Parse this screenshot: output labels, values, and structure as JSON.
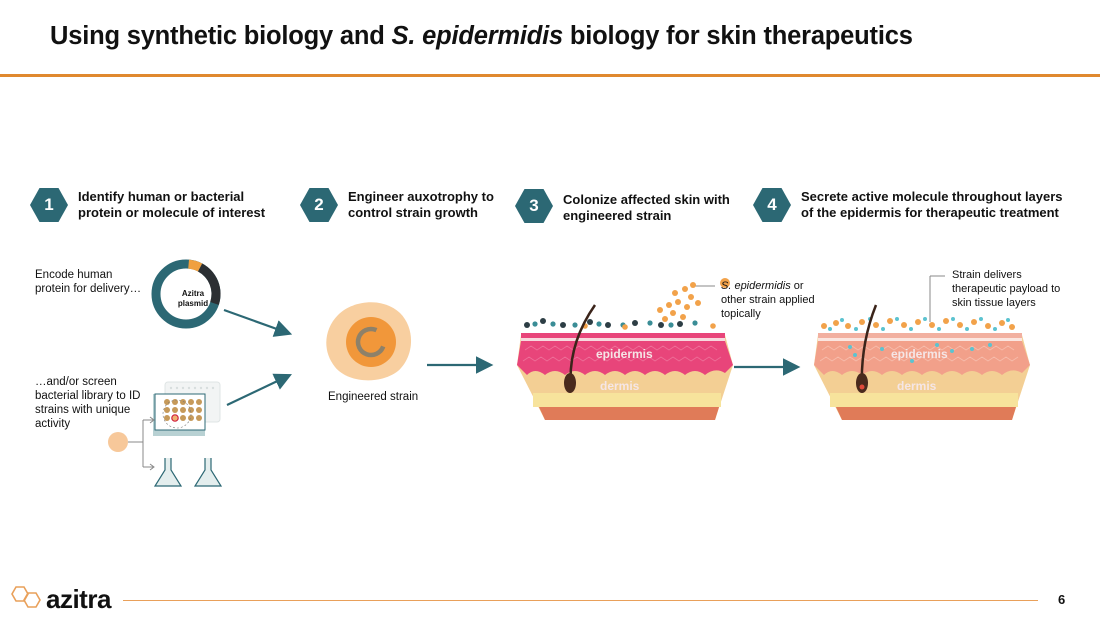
{
  "header": {
    "title_part1": "Using synthetic biology and ",
    "title_italic": "S. epidermidis",
    "title_part2": " biology for skin therapeutics"
  },
  "steps": [
    {
      "number": "1",
      "line1": "Identify human or bacterial",
      "line2": "protein or molecule of interest"
    },
    {
      "number": "2",
      "line1": "Engineer auxotrophy to",
      "line2": "control strain growth"
    },
    {
      "number": "3",
      "line1": "Colonize affected skin with",
      "line2": "engineered strain"
    },
    {
      "number": "4",
      "line1": "Secrete active molecule throughout layers",
      "line2": "of the epidermis for therapeutic treatment"
    }
  ],
  "diagram": {
    "encode_caption": [
      "Encode human",
      "protein for delivery…"
    ],
    "plasmid_label": [
      "Azitra",
      "plasmid"
    ],
    "screen_caption": [
      "…and/or screen",
      "bacterial library to ID",
      "strains with unique",
      "activity"
    ],
    "engineered_strain_label": "Engineered strain",
    "applied_caption_italic": "S. epidermidis",
    "applied_caption_rest": " or",
    "applied_caption_lines": [
      "other strain applied",
      "topically"
    ],
    "delivers_caption": [
      "Strain delivers",
      "therapeutic payload to",
      "skin tissue layers"
    ],
    "skin_left": {
      "epidermis": "epidermis",
      "dermis": "dermis"
    },
    "skin_right": {
      "epidermis": "epidermis",
      "dermis": "dermis"
    }
  },
  "colors": {
    "accent_orange": "#e0892e",
    "hex_teal": "#2c6874",
    "epidermis_pink": "#e8457a",
    "epidermis_light": "#f2a08a",
    "dermis_tan": "#f3cf94"
  },
  "footer": {
    "logo": "azitra",
    "page_number": "6"
  }
}
